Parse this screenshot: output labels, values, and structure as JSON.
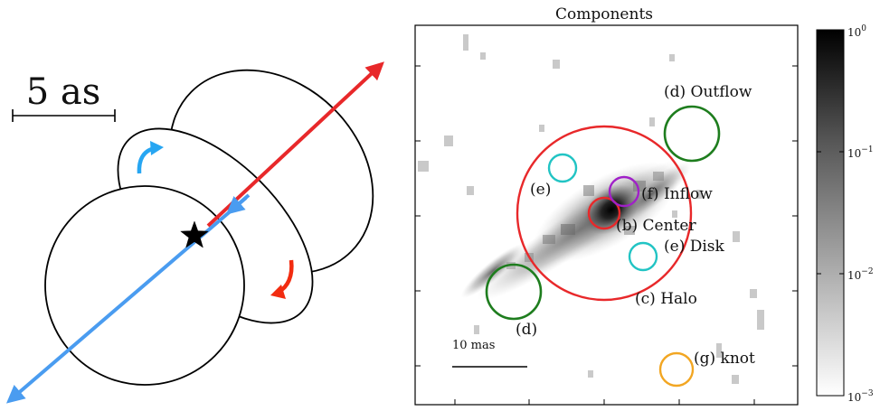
{
  "left_panel": {
    "scale_label": "5 as"
  },
  "right_panel": {
    "title": "Components",
    "scale_label": "10 mas",
    "component_labels": {
      "outflow": "(d) Outflow",
      "outflow_short": "(d)",
      "inflow": "(f) Inflow",
      "center": "(b) Center",
      "disk": "(e) Disk",
      "disk_short": "(e)",
      "halo": "(c) Halo",
      "knot": "(g) knot"
    },
    "colorbar": {
      "top_base": "10",
      "top_exp": "0",
      "mid1_base": "10",
      "mid1_exp": "−1",
      "mid2_base": "10",
      "mid2_exp": "−2",
      "bottom_base": "10",
      "bottom_exp": "−3"
    }
  },
  "colors": {
    "red": "#e8282a",
    "blue": "#4a9cf0",
    "green": "#1e7d1e",
    "cyan": "#22c4c4",
    "magenta": "#a020c8",
    "orange": "#f2a622"
  }
}
